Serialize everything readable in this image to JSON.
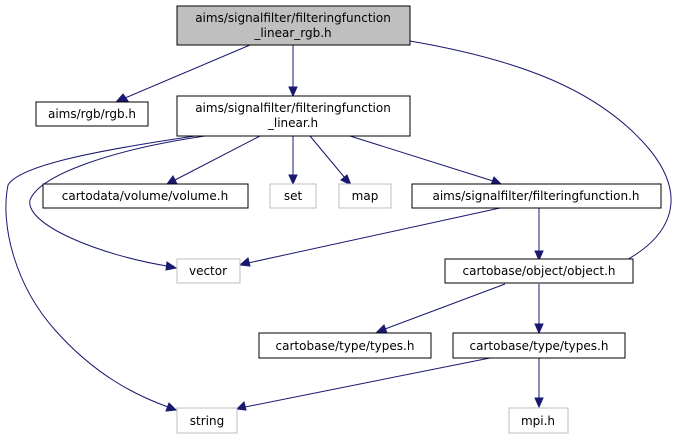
{
  "colors": {
    "edge": "#191970",
    "root_fill": "#bfbfbf",
    "node_border": "#000000",
    "external_border": "#bfbfbf",
    "node_fill": "#ffffff"
  },
  "nodes": {
    "root": {
      "lines": [
        "aims/signalfilter/filteringfunction",
        "_linear_rgb.h"
      ]
    },
    "rgb": {
      "lines": [
        "aims/rgb/rgb.h"
      ]
    },
    "linear": {
      "lines": [
        "aims/signalfilter/filteringfunction",
        "_linear.h"
      ]
    },
    "volume": {
      "lines": [
        "cartodata/volume/volume.h"
      ]
    },
    "set": {
      "lines": [
        "set"
      ]
    },
    "map": {
      "lines": [
        "map"
      ]
    },
    "ff": {
      "lines": [
        "aims/signalfilter/filteringfunction.h"
      ]
    },
    "vector": {
      "lines": [
        "vector"
      ]
    },
    "object": {
      "lines": [
        "cartobase/object/object.h"
      ]
    },
    "types1": {
      "lines": [
        "cartobase/type/types.h"
      ]
    },
    "types2": {
      "lines": [
        "cartobase/type/types.h"
      ]
    },
    "string": {
      "lines": [
        "string"
      ]
    },
    "mpi": {
      "lines": [
        "mpi.h"
      ]
    }
  }
}
